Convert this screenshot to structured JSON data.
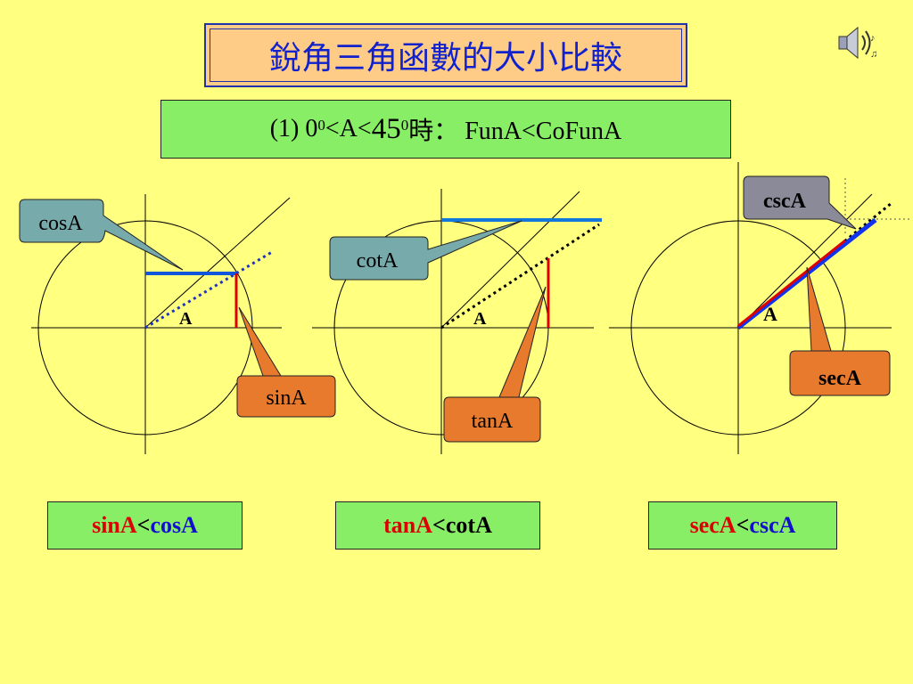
{
  "title": "銳角三角函數的大小比較",
  "subtitle": {
    "prefix": "(1) 0",
    "sup1": "0",
    "mid": "<A<",
    "num": "45",
    "sup2": "0",
    "suffix": "時： FunA<CoFunA"
  },
  "diagrams": {
    "left": {
      "angle_label": "A",
      "callout_top": "cosA",
      "callout_bottom": "sinA"
    },
    "middle": {
      "angle_label": "A",
      "callout_top": "cotA",
      "callout_bottom": "tanA"
    },
    "right": {
      "angle_label": "A",
      "callout_top": "cscA",
      "callout_bottom": "secA"
    }
  },
  "results": {
    "left": {
      "first": "sinA",
      "op": "<",
      "second": "cosA"
    },
    "middle": {
      "first": "tanA",
      "op": "<",
      "second": "cotA"
    },
    "right": {
      "first": "secA",
      "op": "<",
      "second": "cscA"
    }
  },
  "colors": {
    "background": "#FFFF80",
    "title_fill": "#FFCC88",
    "green_box": "#88EE66",
    "callout_blue": "#77AAAA",
    "callout_orange": "#E87A2E",
    "callout_grey": "#8A8A99"
  },
  "icons": {
    "speaker": "speaker-icon"
  }
}
